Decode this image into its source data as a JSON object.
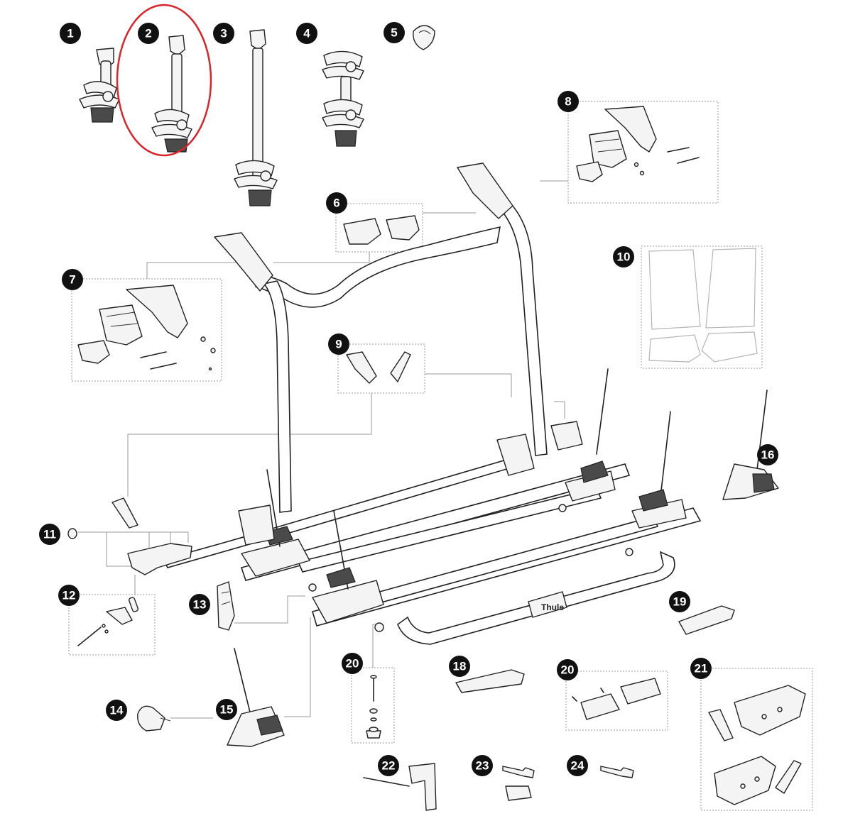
{
  "diagram": {
    "highlight_color": "#d9252b",
    "callouts": [
      "1",
      "2",
      "3",
      "4",
      "5",
      "6",
      "7",
      "8",
      "9",
      "10",
      "11",
      "12",
      "13",
      "14",
      "15",
      "16",
      "18",
      "19",
      "20",
      "20",
      "21",
      "22",
      "23",
      "24"
    ],
    "brand_logo": "Thule"
  }
}
